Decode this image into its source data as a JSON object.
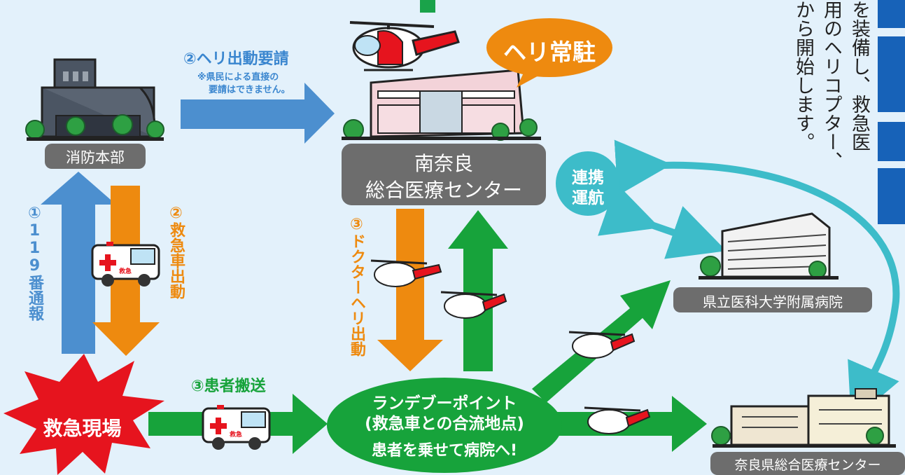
{
  "nodes": {
    "fire_hq": "消防本部",
    "south_nara": [
      "南奈良",
      "総合医療センター"
    ],
    "heli_stationed": "ヘリ常駐",
    "joint_ops": [
      "連携",
      "運航"
    ],
    "med_univ": "県立医科大学附属病院",
    "nara_general": "奈良県総合医療センター",
    "scene": "救急現場",
    "rendezvous": [
      "ランデブーポイント",
      "(救急車との合流地点)",
      "患者を乗せて病院へ!"
    ]
  },
  "steps": {
    "heli_request": "②ヘリ出動要請",
    "heli_request_note": [
      "※県民による直接の",
      "要請はできません。"
    ],
    "call_119": "①119番通報",
    "ambulance_dispatch": "②救急車出動",
    "doctor_heli_dispatch": "③ドクターヘリ出動",
    "patient_transport": "③患者搬送"
  },
  "ambulance_text": "救急",
  "side_text": {
    "col1": "を装備し、救急医",
    "col2": "用のヘリコプター、",
    "col3": "から開始します。"
  },
  "colors": {
    "blue_arrow": "#4c8fcf",
    "orange_arrow": "#ee8a0f",
    "green_arrow": "#17a33b",
    "teal": "#3dbcc9",
    "gray_label": "#6d6d6d",
    "red": "#e6141e",
    "title_blue": "#1762b8"
  }
}
